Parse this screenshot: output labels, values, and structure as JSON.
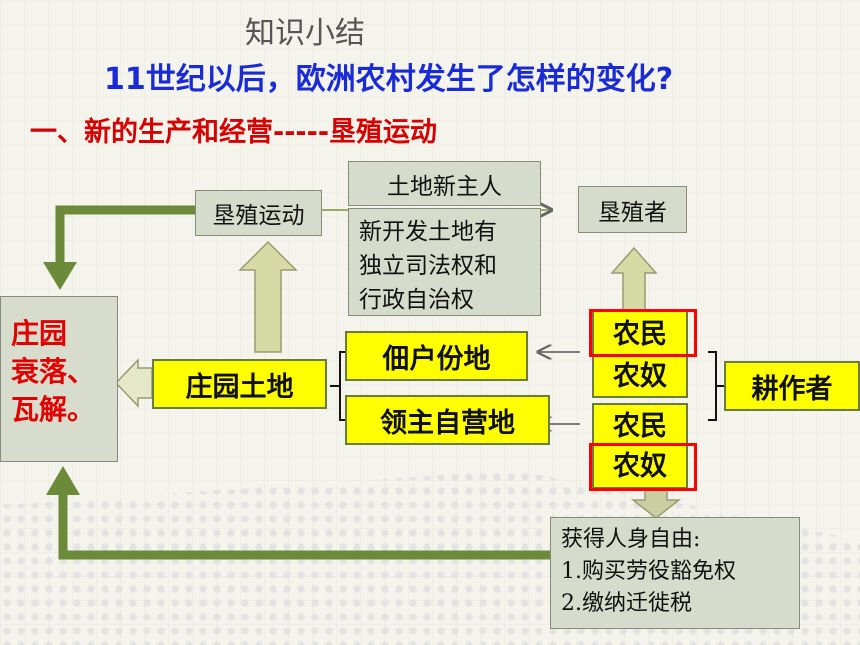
{
  "heading": "知识小结",
  "question": "11世纪以后，欧洲农村发生了怎样的变化?",
  "section_title": "一、新的生产和经营-----垦殖运动",
  "nodes": {
    "reclamation": "垦殖运动",
    "new_owner": "土地新主人",
    "new_land_lines": [
      "新开发土地有",
      "独立司法权和",
      "行政自治权"
    ],
    "reclaimer": "垦殖者",
    "manor_lines": [
      "庄园",
      "衰落、",
      "瓦解。"
    ],
    "manor_land": "庄园土地",
    "tenant_land": "佃户份地",
    "lord_land": "领主自营地",
    "peasant1": "农民",
    "serf1": "农奴",
    "peasant2": "农民",
    "serf2": "农奴",
    "cultivator": "耕作者",
    "freedom_lines": [
      "获得人身自由:",
      "1.购买劳役豁免权",
      "2.缴纳迁徙税"
    ]
  },
  "colors": {
    "arrow_olive": "#6b8a3a",
    "up_arrow_fill": "#d6dba6",
    "highlight": "#ffff00",
    "red": "#ff0000",
    "blue": "#1a2bd6"
  }
}
